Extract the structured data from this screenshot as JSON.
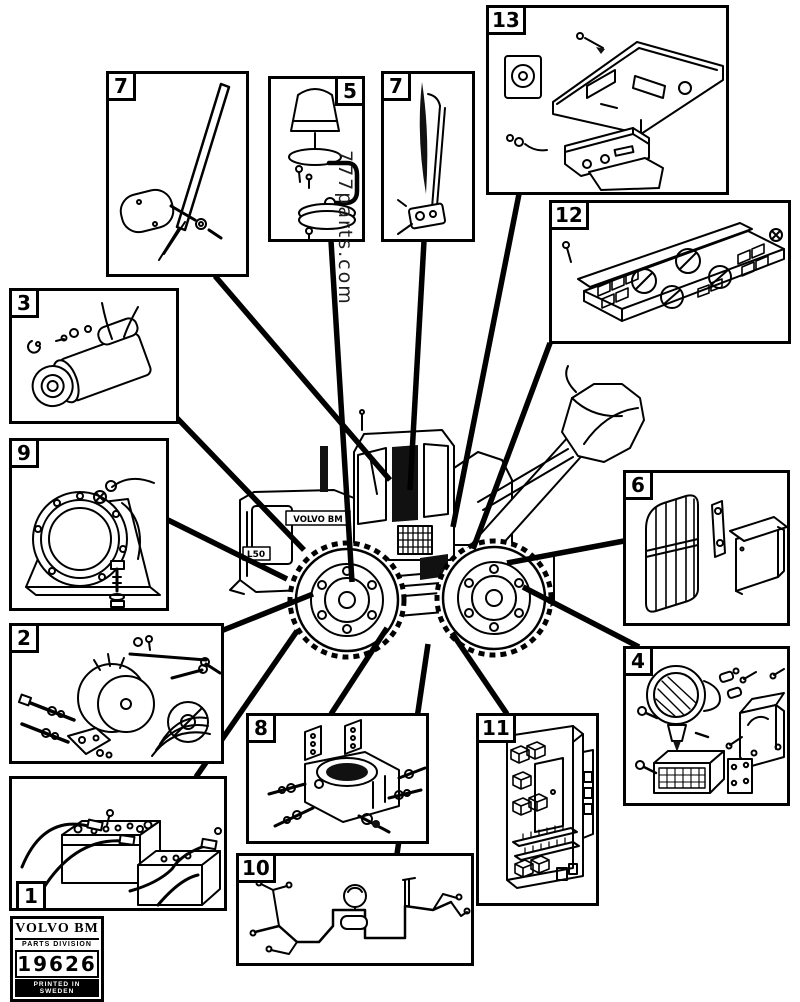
{
  "colors": {
    "ink": "#000000",
    "paper": "#ffffff"
  },
  "watermark": {
    "text": "777parts.com"
  },
  "machine": {
    "brand_label": "VOLVO BM",
    "model_label": "L50",
    "icon": "wheel-loader-side-view"
  },
  "callouts": [
    {
      "label": "13",
      "icon": "radio-installation-kit-illustration"
    },
    {
      "label": "12",
      "icon": "instrument-panel-illustration"
    },
    {
      "label": "7",
      "icon": "windscreen-wiper-motor-illustration"
    },
    {
      "label": "5",
      "icon": "rotating-beacon-illustration"
    },
    {
      "label": "7",
      "icon": "windscreen-wiper-arm-illustration"
    },
    {
      "label": "3",
      "icon": "starter-motor-illustration"
    },
    {
      "label": "9",
      "icon": "backup-alarm-illustration"
    },
    {
      "label": "6",
      "icon": "lamp-guard-and-cover-illustration"
    },
    {
      "label": "2",
      "icon": "alternator-illustration"
    },
    {
      "label": "4",
      "icon": "work-lamp-kit-illustration"
    },
    {
      "label": "8",
      "icon": "engine-block-heater-illustration"
    },
    {
      "label": "11",
      "icon": "fuse-and-relay-box-illustration"
    },
    {
      "label": "1",
      "icon": "battery-set-illustration"
    },
    {
      "label": "10",
      "icon": "cable-harness-illustration"
    }
  ],
  "stamp": {
    "brand": "VOLVO BM",
    "division": "PARTS DIVISION",
    "number": "19626",
    "printed": "PRINTED IN SWEDEN"
  }
}
